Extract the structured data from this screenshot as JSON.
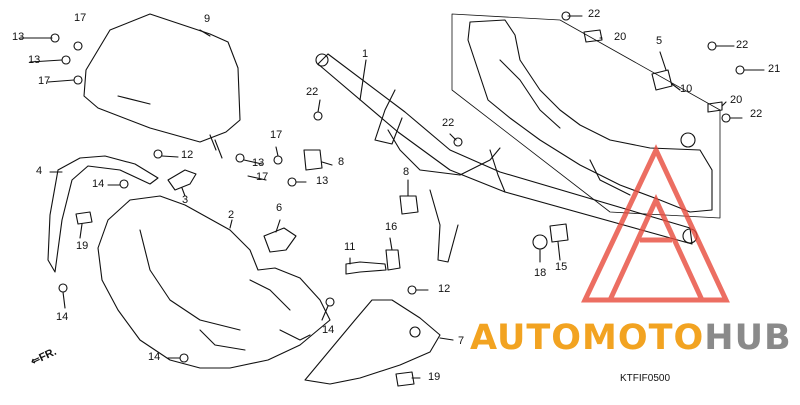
{
  "diagram": {
    "drawing_code": "KTFIF0500",
    "front_label": "FR.",
    "watermark": {
      "part1": "AUTOMOTO",
      "part2": "HUB",
      "color_primary": "#f2a321",
      "color_secondary": "#8a8a8a",
      "logo_color": "#e84a3c"
    },
    "callouts": [
      "13",
      "17",
      "13",
      "17",
      "9",
      "1",
      "22",
      "12",
      "17",
      "13",
      "13",
      "17",
      "8",
      "3",
      "4",
      "14",
      "19",
      "2",
      "6",
      "14",
      "22",
      "8",
      "11",
      "16",
      "12",
      "14",
      "14",
      "7",
      "19",
      "22",
      "20",
      "5",
      "22",
      "21",
      "10",
      "20",
      "22",
      "18",
      "15"
    ]
  }
}
